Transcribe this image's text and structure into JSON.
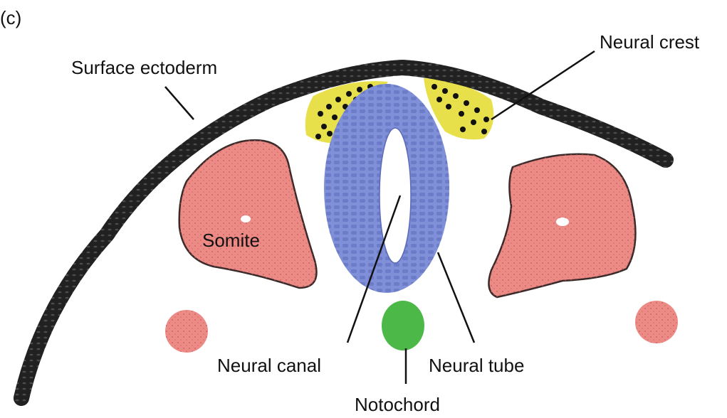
{
  "panel_label": "(c)",
  "labels": {
    "surface_ectoderm": "Surface ectoderm",
    "neural_crest": "Neural crest",
    "somite": "Somite",
    "neural_canal": "Neural canal",
    "neural_tube": "Neural tube",
    "notochord": "Notochord"
  },
  "colors": {
    "ectoderm": "#2a2a2a",
    "neural_crest": "#e8e04a",
    "neural_tube": "#7f8fd8",
    "somite": "#ec8a86",
    "notochord": "#4cb847"
  }
}
